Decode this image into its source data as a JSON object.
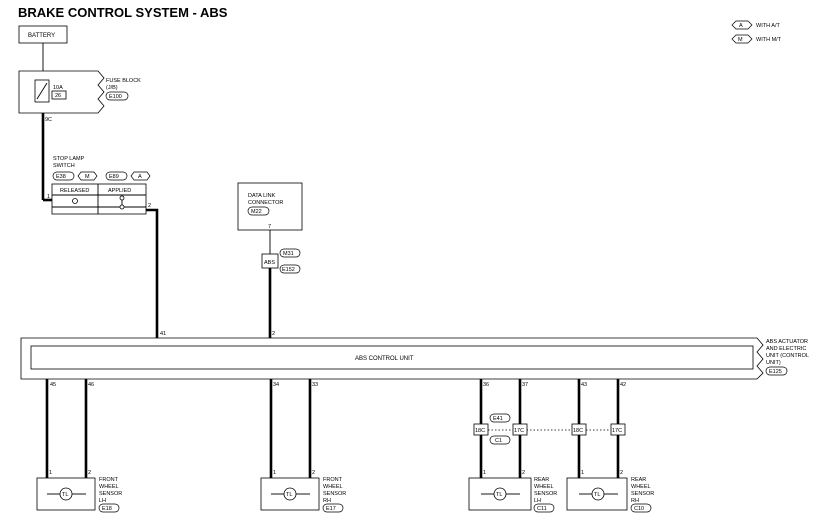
{
  "title": "BRAKE CONTROL SYSTEM - ABS",
  "legend": {
    "at": {
      "code": "A",
      "label": "WITH A/T"
    },
    "mt": {
      "code": "M",
      "label": "WITH M/T"
    }
  },
  "battery": "BATTERY",
  "fuse_block": {
    "label1": "FUSE BLOCK",
    "label2": "(J/B)",
    "connector": "E100",
    "amp": "10A",
    "fuse_no": "26",
    "pin_out": "9C"
  },
  "stop_lamp_switch": {
    "label1": "STOP LAMP",
    "label2": "SWITCH",
    "conn_mt": "E38",
    "tag_mt": "M",
    "conn_at": "E89",
    "tag_at": "A",
    "col_released": "RELEASED",
    "col_applied": "APPLIED",
    "pin1": "1",
    "pin2": "2"
  },
  "data_link": {
    "label1": "DATA LINK",
    "label2": "CONNECTOR",
    "connector": "M22",
    "pin": "7",
    "joint_label": "ABS",
    "joint_conn1": "M31",
    "joint_conn2": "E152"
  },
  "abs_unit": {
    "inner_label": "ABS CONTROL UNIT",
    "label1": "ABS ACTUATOR",
    "label2": "AND ELECTRIC",
    "label3": "UNIT (CONTROL",
    "label4": "UNIT)",
    "connector": "E125",
    "top_pins": [
      "41",
      "2"
    ],
    "bottom_pins": [
      "45",
      "46",
      "34",
      "33",
      "36",
      "37",
      "43",
      "42"
    ]
  },
  "joint": {
    "conn1": "E41",
    "conn2": "C1",
    "pins": [
      "18C",
      "17C",
      "18C",
      "17C"
    ]
  },
  "sensors": [
    {
      "line1": "FRONT",
      "line2": "WHEEL",
      "line3": "SENSOR",
      "line4": "LH",
      "connector": "E18",
      "pin1": "1",
      "pin2": "2",
      "symbol": "TL"
    },
    {
      "line1": "FRONT",
      "line2": "WHEEL",
      "line3": "SENSOR",
      "line4": "RH",
      "connector": "E17",
      "pin1": "1",
      "pin2": "2",
      "symbol": "TL"
    },
    {
      "line1": "REAR",
      "line2": "WHEEL",
      "line3": "SENSOR",
      "line4": "LH",
      "connector": "C11",
      "pin1": "1",
      "pin2": "2",
      "symbol": "TL"
    },
    {
      "line1": "REAR",
      "line2": "WHEEL",
      "line3": "SENSOR",
      "line4": "RH",
      "connector": "C10",
      "pin1": "1",
      "pin2": "2",
      "symbol": "TL"
    }
  ]
}
